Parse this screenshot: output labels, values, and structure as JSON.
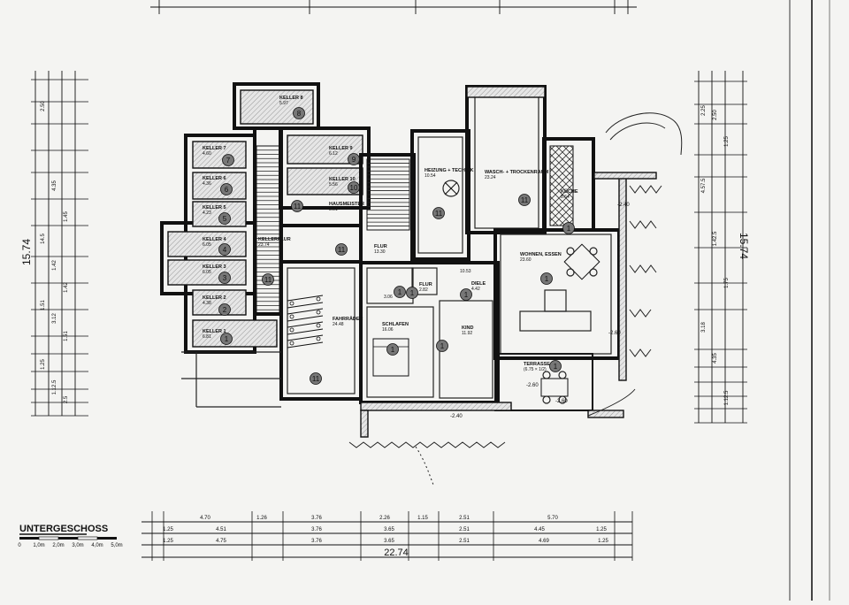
{
  "plan": {
    "title": "UNTERGESCHOSS",
    "total_width": "22.74",
    "total_depth_left": "15.74",
    "total_depth_right": "15.74"
  },
  "scale_bar": {
    "labels": [
      "0",
      "1,0m",
      "2,0m",
      "3,0m",
      "4,0m",
      "5,0m"
    ]
  },
  "rooms": [
    {
      "id": "keller8",
      "name": "KELLER 8",
      "area": "5.97",
      "badge": "8"
    },
    {
      "id": "keller7",
      "name": "KELLER 7",
      "area": "4.60",
      "badge": "7"
    },
    {
      "id": "keller6",
      "name": "KELLER 6",
      "area": "4.36",
      "badge": "6"
    },
    {
      "id": "keller5",
      "name": "KELLER 5",
      "area": "4.23",
      "badge": "5"
    },
    {
      "id": "keller4",
      "name": "KELLER 4",
      "area": "6.05",
      "badge": "4"
    },
    {
      "id": "keller3",
      "name": "KELLER 3",
      "area": "6.05",
      "badge": "3"
    },
    {
      "id": "keller2",
      "name": "KELLER 2",
      "area": "4.38",
      "badge": "2"
    },
    {
      "id": "keller1",
      "name": "KELLER 1",
      "area": "6.81",
      "badge": "1"
    },
    {
      "id": "keller9",
      "name": "KELLER 9",
      "area": "6.12",
      "badge": "9"
    },
    {
      "id": "keller10",
      "name": "KELLER 10",
      "area": "5.56",
      "badge": "10"
    },
    {
      "id": "hausmeister",
      "name": "HAUSMEISTER",
      "area": "5.51",
      "badge": "11"
    },
    {
      "id": "kellerflur",
      "name": "KELLERFLUR",
      "area": "23.74",
      "badge": "11"
    },
    {
      "id": "fahrraeder",
      "name": "FAHRRÄDER",
      "area": "24.48",
      "badge": "11"
    },
    {
      "id": "flur1",
      "name": "FLUR",
      "area": "13.30",
      "badge": "11"
    },
    {
      "id": "heizung",
      "name": "HEIZUNG + TECHNIK",
      "area": "10.54",
      "badge": "11"
    },
    {
      "id": "wasch",
      "name": "WASCH- + TROCKENRAUM",
      "area": "23.24",
      "badge": "11"
    },
    {
      "id": "kueche",
      "name": "KÜCHE",
      "area": "8.64",
      "badge": "1"
    },
    {
      "id": "wohnen",
      "name": "WOHNEN, ESSEN",
      "area": "23.60",
      "badge": "1"
    },
    {
      "id": "flur2",
      "name": "FLUR",
      "area": "2.82",
      "badge": "1"
    },
    {
      "id": "bad",
      "name": "",
      "area": "3.06",
      "badge": "1"
    },
    {
      "id": "diele",
      "name": "DIELE",
      "area": "4.42",
      "badge": "1"
    },
    {
      "id": "schlafen",
      "name": "SCHLAFEN",
      "area": "16.06",
      "badge": "1"
    },
    {
      "id": "kind",
      "name": "KIND",
      "area": "11.92",
      "badge": "1"
    },
    {
      "id": "terrasse",
      "name": "TERRASSE",
      "area": "(6.75 × 1/2)",
      "badge": "1"
    },
    {
      "id": "bath",
      "name": "",
      "area": "10.53",
      "badge": ""
    }
  ],
  "levels": [
    "-2.40",
    "-2.40",
    "-2.60",
    "-2.60",
    "-2.60"
  ],
  "dims_top": [
    "4.70",
    "1.26",
    "3.76",
    "2.26",
    "1.15",
    "2.51",
    "5.70"
  ],
  "dims_mid": [
    "1.25",
    "4.51",
    "3.76",
    "3.65",
    "2.51",
    "4.45",
    "1.25"
  ],
  "dims_bot": [
    "1.25",
    "4.75",
    "3.76",
    "3.65",
    "2.51",
    "4.69",
    "1.25"
  ],
  "dims_left": [
    "2.50",
    "4.35",
    "1.45",
    "14.5",
    "1.42",
    "1.42",
    "1.51",
    "3.12",
    "1.51",
    "1.25",
    "1.12.5",
    "2.5"
  ],
  "dims_right": [
    "2.25",
    "2.50",
    "1.25",
    "4.57.5",
    "1.42.5",
    "1.75",
    "3.18",
    "4.35",
    "1.12.5"
  ]
}
